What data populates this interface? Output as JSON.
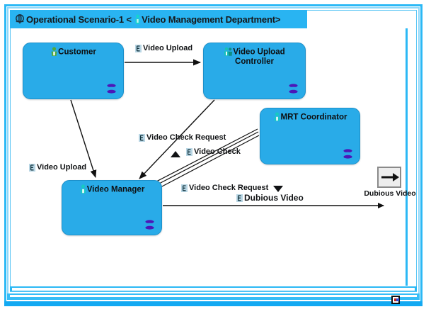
{
  "window": {
    "title_prefix": "Operational Scenario-1 < ",
    "title_scope": "Video Management Department",
    "title_suffix": ">",
    "title_full": "Operational Scenario-1 < Video Management Department>",
    "diagram_icon": "operational-scenario-icon",
    "scope_icon": "actor-icon",
    "frame_border_color": "#2BB8F5",
    "titlebar_color": "#29B4F2"
  },
  "nodes": [
    {
      "id": "customer",
      "label": "Customer",
      "icon": "actor-green-icon",
      "badge_icon": "layers-icon",
      "fill": "#29ABE8"
    },
    {
      "id": "video-upload-controller",
      "label": "Video Upload Controller",
      "icon": "actor-group-teal-icon",
      "badge_icon": "layers-icon",
      "fill": "#29ABE8"
    },
    {
      "id": "mrt-coordinator",
      "label": "MRT Coordinator",
      "icon": "actor-teal-icon",
      "badge_icon": "layers-icon",
      "fill": "#29ABE8"
    },
    {
      "id": "video-manager",
      "label": "Video Manager",
      "icon": "actor-teal-icon",
      "badge_icon": "layers-icon",
      "fill": "#29ABE8"
    }
  ],
  "edge_labels": {
    "video_upload_top": "Video Upload",
    "video_upload_left": "Video Upload",
    "video_check_request_top": "Video Check Request",
    "video_check": "Video Check",
    "video_check_request_bottom": "Video Check Request",
    "dubious_video": "Dubious Video",
    "badge_icon": "event-badge-icon"
  },
  "gate": {
    "label": "Dubious Video",
    "icon": "output-gate-arrow-icon",
    "border_color": "#8A8A8A",
    "fill": "#EDEDED"
  },
  "handle": {
    "icon": "resize-handle-icon"
  }
}
